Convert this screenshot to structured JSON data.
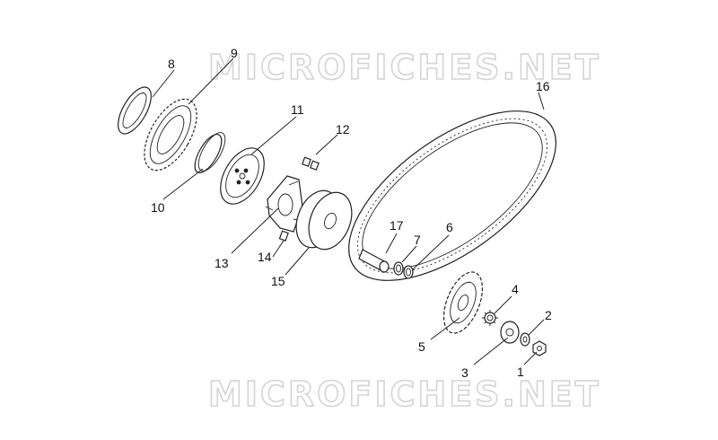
{
  "watermark": {
    "top": "MICROFICHES.NET",
    "bottom": "MICROFICHES.NET"
  },
  "callouts": {
    "c1": "1",
    "c2": "2",
    "c3": "3",
    "c4": "4",
    "c5": "5",
    "c6": "6",
    "c7": "7",
    "c8": "8",
    "c9": "9",
    "c10": "10",
    "c11": "11",
    "c12": "12",
    "c13": "13",
    "c14": "14",
    "c15": "15",
    "c16": "16",
    "c17": "17"
  }
}
